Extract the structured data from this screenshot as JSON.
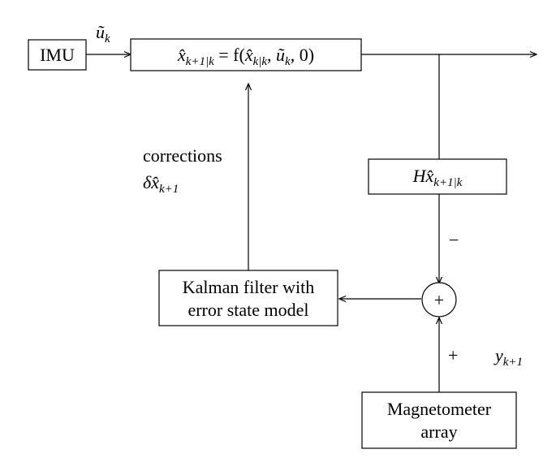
{
  "blocks": {
    "imu": {
      "label": "IMU"
    },
    "prediction": {
      "parts": [
        "x̂",
        "k+1|k",
        " = f(",
        "x̂",
        "k|k",
        ", ",
        "ũ",
        "k",
        ", 0)"
      ]
    },
    "measurement": {
      "parts": [
        "H",
        "x̂",
        "k+1|k"
      ]
    },
    "kalman": {
      "line1": "Kalman filter with",
      "line2": "error state model"
    },
    "magnetometer": {
      "line1": "Magnetometer",
      "line2": "array"
    }
  },
  "signals": {
    "input": {
      "symbol": "ũ",
      "sub": "k"
    },
    "corrections": {
      "line1": "corrections",
      "symbol": "δx̂",
      "sub": "k+1"
    },
    "measurement_out": {
      "symbol": "y",
      "sub": "k+1"
    }
  },
  "sum_junction": {
    "symbol": "+",
    "minus_label": "−",
    "plus_label": "+"
  }
}
